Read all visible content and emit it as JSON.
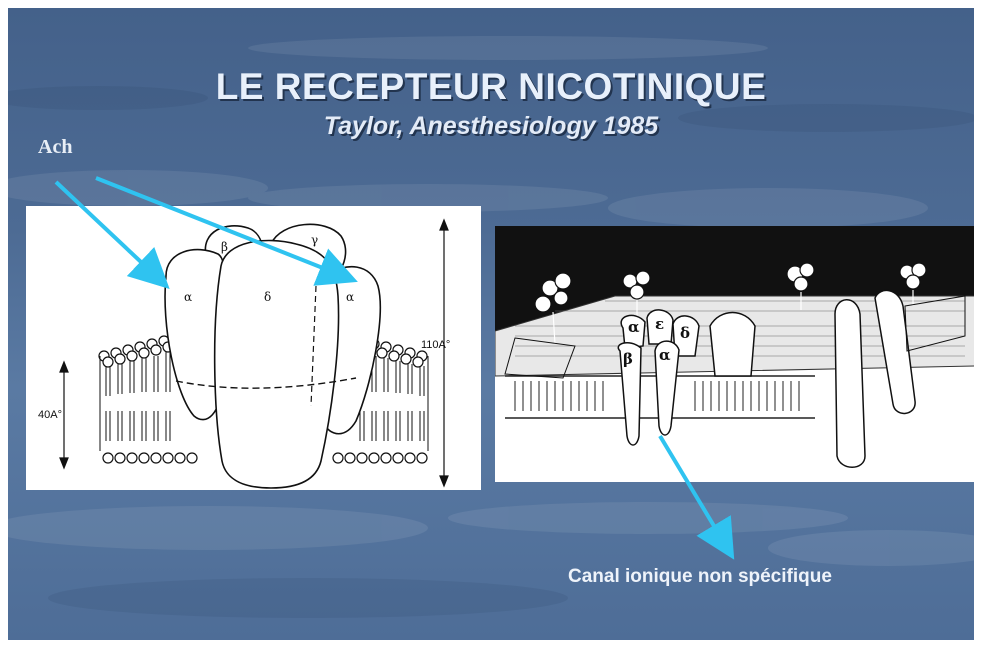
{
  "slide": {
    "title": "LE RECEPTEUR NICOTINIQUE",
    "subtitle": "Taylor, Anesthesiology 1985",
    "ach_label": "Ach",
    "canal_label": "Canal ionique non spécifique"
  },
  "figure_left": {
    "dimension_height": "110A°",
    "dimension_membrane": "40A°",
    "subunits": [
      "β",
      "γ",
      "α",
      "δ",
      "α"
    ]
  },
  "figure_right": {
    "subunits": [
      "α",
      "ε",
      "δ",
      "β",
      "α"
    ]
  },
  "colors": {
    "background": "#4d6b94",
    "arrow": "#2fc3f0",
    "title_text": "#e8f0fb"
  }
}
